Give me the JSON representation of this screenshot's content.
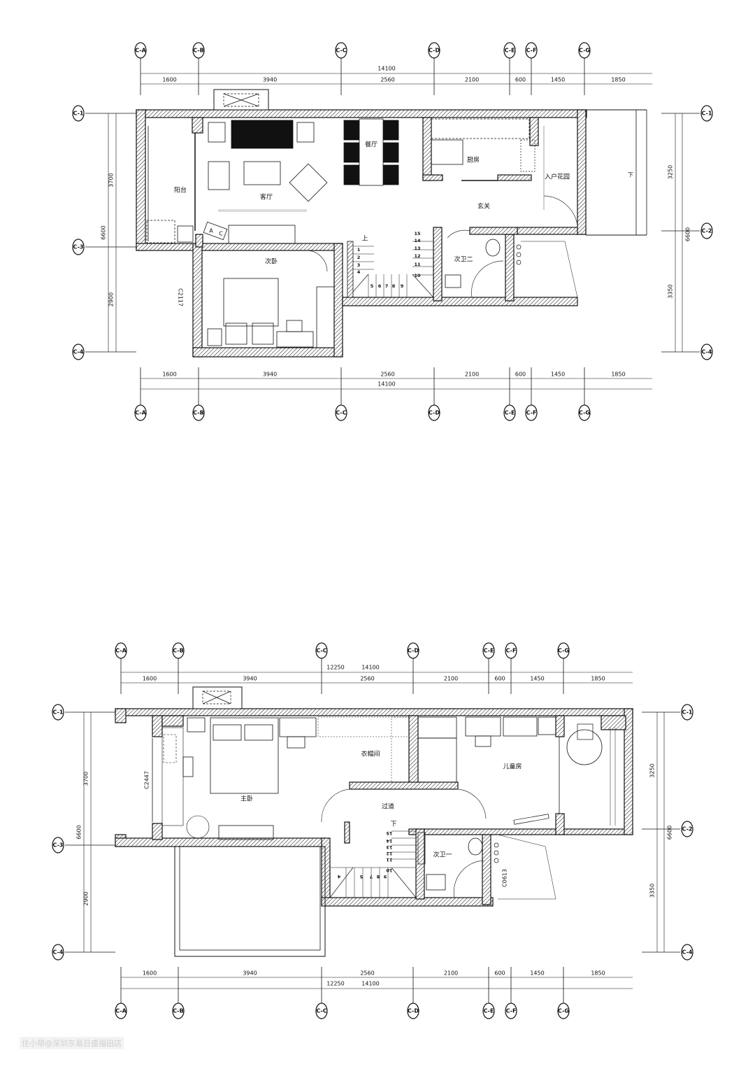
{
  "plans": [
    {
      "name": "first-floor",
      "axes_top": [
        "C-A",
        "C-B",
        "C-C",
        "C-D",
        "C-E",
        "C-F",
        "C-G"
      ],
      "axes_left": [
        "C-1",
        "C-3",
        "C-4"
      ],
      "axes_right": [
        "C-1",
        "C-2",
        "C-4"
      ],
      "dims_total_top": "14100",
      "dims_segments": [
        "1600",
        "3940",
        "2560",
        "2100",
        "600",
        "1450",
        "1850"
      ],
      "dims_total_bottom": "14100",
      "dims_left": [
        "3700",
        "6600",
        "2900"
      ],
      "dims_right": [
        "3250",
        "6600",
        "3350"
      ],
      "rooms": {
        "balcony": "阳台",
        "living": "客厅",
        "dining": "餐厅",
        "kitchen": "厨房",
        "entry_garden": "入户花园",
        "foyer": "玄关",
        "second_bedroom": "次卧",
        "second_bath": "次卫二"
      },
      "window_code": "C2117",
      "stair_up": "上",
      "stair_down": "下",
      "stair_steps": [
        "1",
        "2",
        "3",
        "4",
        "5",
        "6",
        "7",
        "8",
        "9",
        "10",
        "11",
        "12",
        "13",
        "14",
        "15"
      ],
      "tv_labels": [
        "A",
        "C"
      ]
    },
    {
      "name": "second-floor",
      "axes_top": [
        "C-A",
        "C-B",
        "C-C",
        "C-D",
        "C-E",
        "C-F",
        "C-G"
      ],
      "axes_left": [
        "C-1",
        "C-3",
        "C-4"
      ],
      "axes_right": [
        "C-1",
        "C-2",
        "C-4"
      ],
      "dims_total_top": [
        "12250",
        "14100"
      ],
      "dims_segments": [
        "1600",
        "3940",
        "2560",
        "2100",
        "600",
        "1450",
        "1850"
      ],
      "dims_total_bottom": [
        "12250",
        "14100"
      ],
      "dims_left": [
        "3700",
        "6600",
        "2900"
      ],
      "dims_right": [
        "3250",
        "6600",
        "3350"
      ],
      "rooms": {
        "master_bedroom": "主卧",
        "walk_in_closet": "衣帽间",
        "corridor": "过道",
        "kids_room": "儿童房",
        "first_bath": "次卫一"
      },
      "window_codes": [
        "C2447",
        "C0613"
      ],
      "stair_down": "下",
      "stair_steps": [
        "4",
        "5",
        "7",
        "8",
        "9",
        "10",
        "11",
        "12",
        "13",
        "14",
        "15"
      ]
    }
  ],
  "watermark": "住小帮@深圳东易日盛福田店",
  "colors": {
    "line": "#111111",
    "background": "#ffffff",
    "watermark": "#cfcfcf"
  }
}
